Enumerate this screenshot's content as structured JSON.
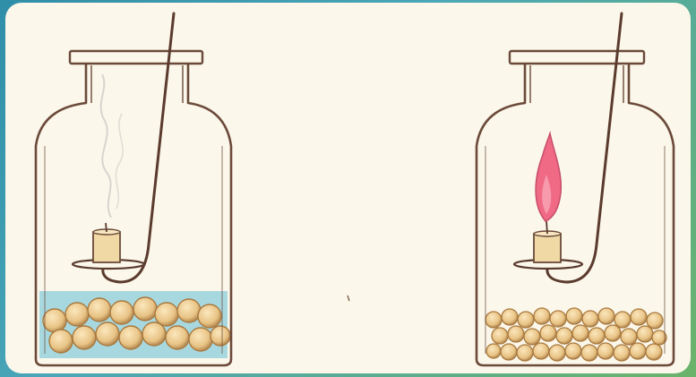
{
  "scene": {
    "description_colors": {
      "paper": "#fbf7ea",
      "glass_outline": "#6b4a3a",
      "wire": "#5a3b2e",
      "candle": "#f1d9a6",
      "flame": "#f06a86",
      "smoke": "#d8d4cf",
      "water": "#a8d8df",
      "pebbles": "#e9c78f"
    },
    "jars": [
      {
        "id": "left",
        "candle_state": "extinguished"
      },
      {
        "id": "right",
        "candle_state": "burning"
      }
    ]
  }
}
